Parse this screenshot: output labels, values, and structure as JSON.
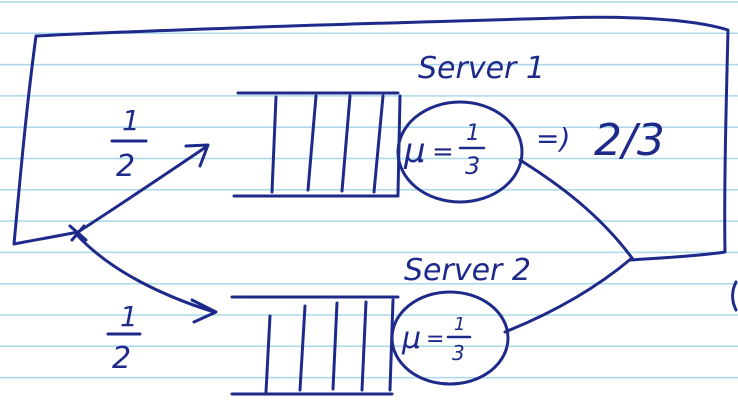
{
  "colors": {
    "paper": "#ffffff",
    "ruled_line": "#a9d8ec",
    "ink": "#1e2a8a"
  },
  "diagram": {
    "servers": [
      {
        "name": "Server 1",
        "rate_symbol": "μ",
        "rate_num": "1",
        "rate_den": "3",
        "feedback_prob": "2/3"
      },
      {
        "name": "Server 2",
        "rate_symbol": "μ",
        "rate_num": "1",
        "rate_den": "3"
      }
    ],
    "arrivals": [
      {
        "to": "Server 1",
        "prob_num": "1",
        "prob_den": "2"
      },
      {
        "to": "Server 2",
        "prob_num": "1",
        "prob_den": "2"
      }
    ],
    "arrow": "=)"
  }
}
